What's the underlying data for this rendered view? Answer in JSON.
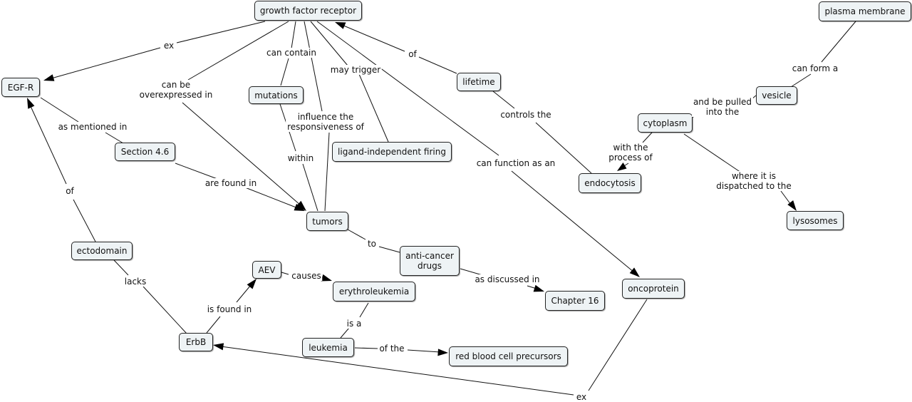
{
  "nodes": {
    "gfr": "growth factor receptor",
    "pm": "plasma membrane",
    "egfr": "EGF-R",
    "mutations": "mutations",
    "lifetime": "lifetime",
    "vesicle": "vesicle",
    "cytoplasm": "cytoplasm",
    "sec46": "Section 4.6",
    "lif": "ligand-independent firing",
    "endocytosis": "endocytosis",
    "tumors": "tumors",
    "lysosomes": "lysosomes",
    "ecto": "ectodomain",
    "acd": "anti-cancer\ndrugs",
    "aev": "AEV",
    "erythro": "erythroleukemia",
    "onco": "oncoprotein",
    "ch16": "Chapter 16",
    "erbb": "ErbB",
    "leukemia": "leukemia",
    "rbcp": "red blood cell precursors"
  },
  "links": {
    "ex1": "ex",
    "canbe": "can be\noverexpressed in",
    "cancontain": "can contain",
    "influence": "influence the\nresponsiveness of",
    "maytrigger": "may trigger",
    "of1": "of",
    "canfunction": "can function as an",
    "canform": "can form a",
    "pulled": "and be pulled\ninto the",
    "controls": "controls the",
    "withproc": "with the\nprocess of",
    "dispatched": "where it is\ndispatched to the",
    "mentioned": "as mentioned in",
    "foundin": "are found in",
    "within": "within",
    "of2": "of",
    "to": "to",
    "discussed": "as discussed in",
    "lacks": "lacks",
    "isfound": "is found in",
    "causes": "causes",
    "isa": "is a",
    "ofthe": "of the",
    "ex2": "ex"
  }
}
